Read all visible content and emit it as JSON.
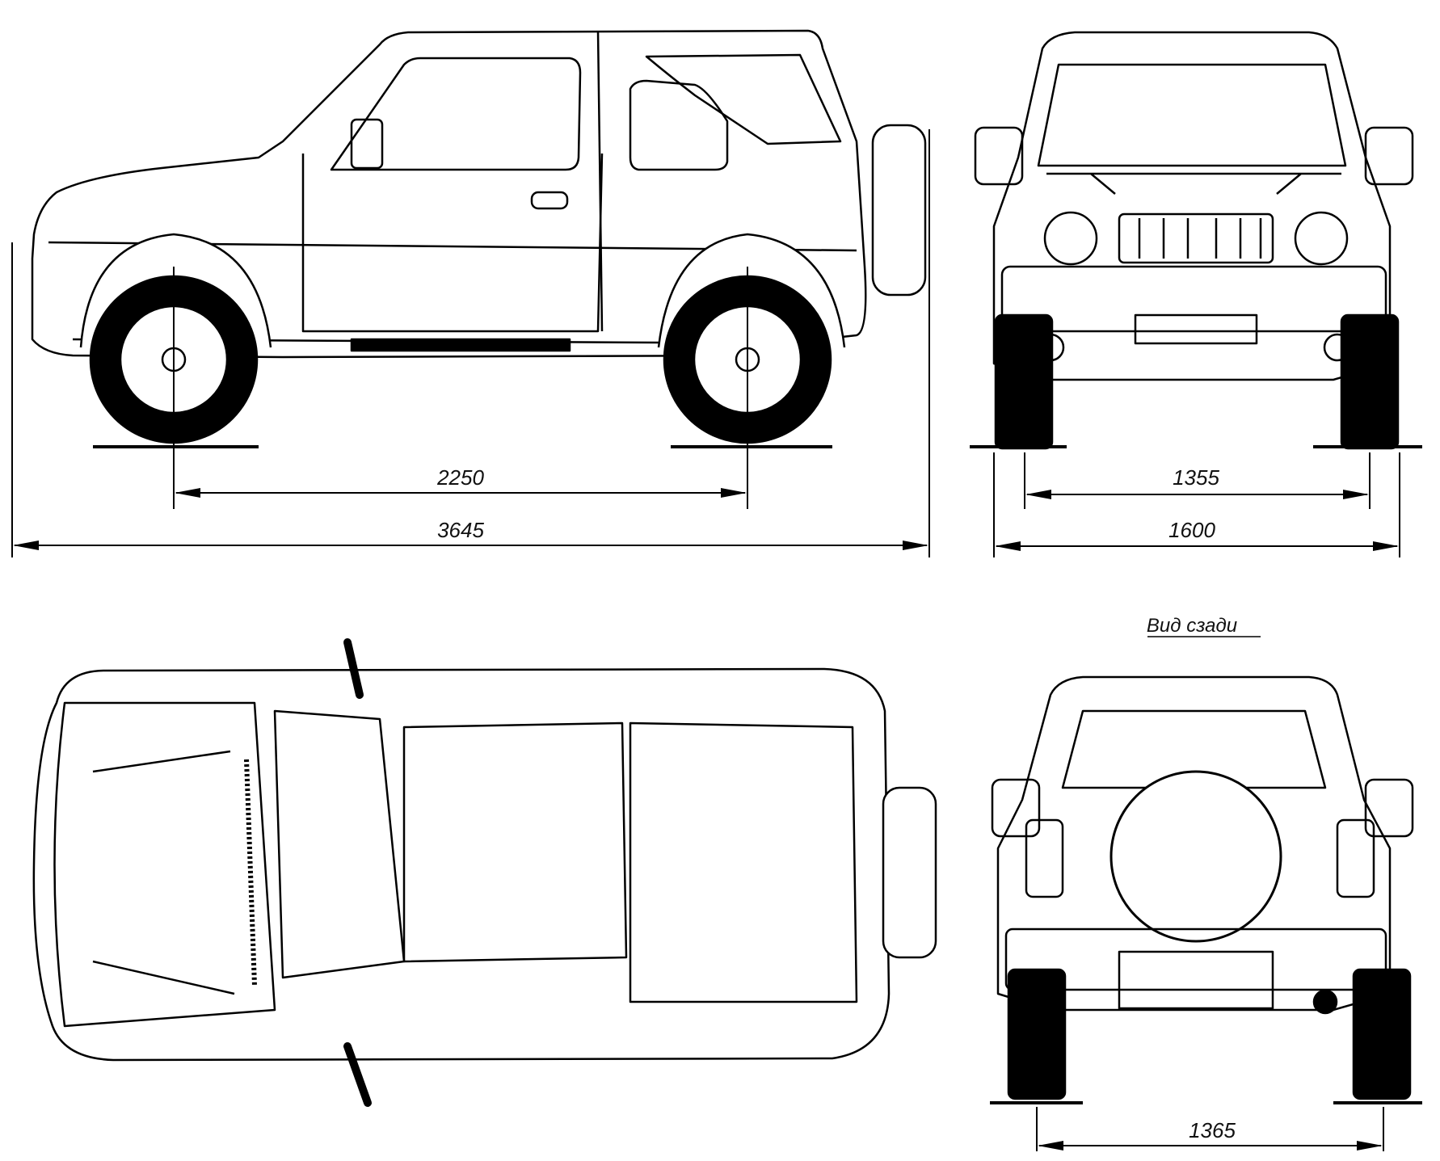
{
  "dimensions": {
    "wheelbase": "2250",
    "overall_length": "3645",
    "front_track": "1355",
    "overall_width": "1600",
    "rear_track": "1365"
  },
  "captions": {
    "rear_view": "Вид сзади"
  }
}
